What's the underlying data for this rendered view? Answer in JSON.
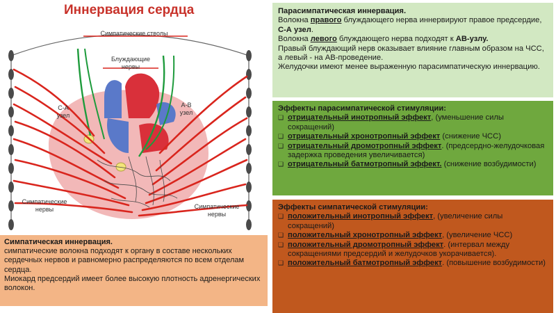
{
  "title": "Иннервация сердца",
  "diagram": {
    "labels": {
      "sympathetic_trunks": "Симпатические стволы",
      "vagus_line1": "Блуждающие",
      "vagus_line2": "нервы",
      "sa_node_line1": "С-А",
      "sa_node_line2": "узел",
      "av_node_line1": "А-В",
      "av_node_line2": "узел",
      "symp_nerves_left_line1": "Симпатические",
      "symp_nerves_left_line2": "нервы",
      "symp_nerves_right_line1": "Симпатические",
      "symp_nerves_right_line2": "нервы"
    },
    "colors": {
      "nerve_red": "#d9251d",
      "vagus_green": "#1e9b3c",
      "heart_pink": "#f2b8b8",
      "heart_blue": "#5a79c9",
      "heart_red": "#d9303a",
      "node_yellow": "#f3e57a",
      "ganglion": "#4a4a4a"
    }
  },
  "parasympathetic": {
    "title": "Парасимпатическая иннервация.",
    "p1_pre": "Волокна ",
    "p1_word": "правого",
    "p1_mid": " блуждающего нерва иннервируют правое предсердие, ",
    "p1_bold": "С-А узел",
    "p1_post": ".",
    "p2_pre": "Волокна ",
    "p2_word": "левого",
    "p2_mid": " блуждающего нерва подходят к ",
    "p2_bold": "АВ-узлу.",
    "p3": "Правый блуждающий нерв оказывает влияние главным образом на ЧСС, а левый - на АВ-проведение.",
    "p4": "Желудочки имеют менее выраженную парасимпатическую иннервацию.",
    "bg": "#d2e8c2"
  },
  "para_effects": {
    "title": "Эффекты парасимпатической стимуляции:",
    "bullet": "❑",
    "items": [
      {
        "term": "отрицательный инотропный эффект",
        "rest": ", (уменьшение силы сокращений)"
      },
      {
        "term": "отрицательный хронотропный эффект",
        "rest": " (снижение ЧСС)"
      },
      {
        "term": "отрицательный дромотропный эффект",
        "rest": ". (предсердно-желудочковая задержка проведения увеличивается)"
      },
      {
        "term": "отрицательный батмотропный эффект.",
        "rest": " (снижение возбудимости)"
      }
    ],
    "bg": "#6fa83e"
  },
  "symp_effects": {
    "title": "Эффекты симпатической стимуляции:",
    "bullet": "❑",
    "items": [
      {
        "term": "положительный инотропный эффект",
        "rest": ", (увеличение силы сокращений)"
      },
      {
        "term": "положительный хронотропный эффект",
        "rest": ", (увеличение ЧСС)"
      },
      {
        "term": "положительный дромотропный эффект",
        "rest": ". (интервал между сокращениями предсердий и желудочков укорачивается)."
      },
      {
        "term": "положительный батмотропный эффект",
        "rest": ". (повышение возбудимости)"
      }
    ],
    "bg": "#c0581e"
  },
  "sympathetic": {
    "title": "Симпатическая иннервация.",
    "p1": "симпатические волокна подходят к органу в составе нескольких сердечных нервов и равномерно распределяются по всем отделам сердца.",
    "p2": "Миокард предсердий имеет более высокую плотность адренергических волокон.",
    "bg": "#f3b586"
  }
}
